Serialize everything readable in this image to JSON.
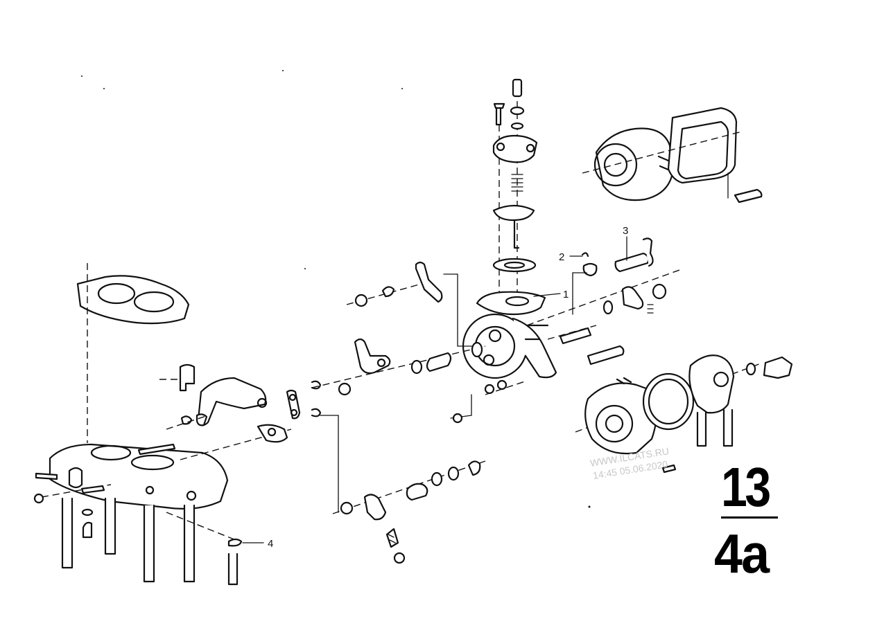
{
  "callouts": {
    "c1": "1",
    "c2": "2",
    "c3": "3",
    "c4": "4"
  },
  "group_number": "13",
  "sub_number": "4a",
  "watermark": {
    "site": "WWW.ILCATS.RU",
    "timestamp": "14:45 05.06.2020"
  }
}
